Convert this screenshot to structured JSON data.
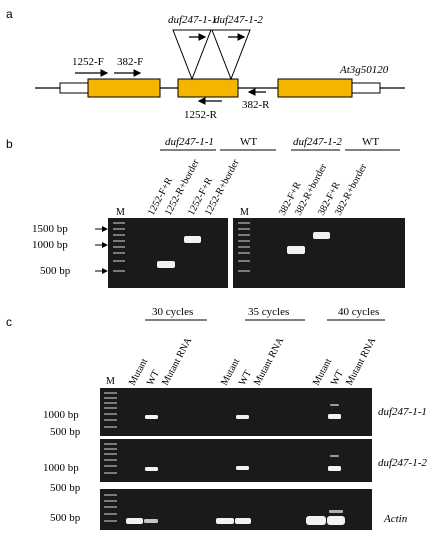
{
  "colors": {
    "exon": "#F5B400",
    "gel_bg": "#1a1a1a",
    "band": "#f2f2f2",
    "ladder": "#7a7a7a",
    "line": "#000000"
  },
  "panel_a": {
    "label": "a",
    "insertion_1": "duf247-1-1",
    "insertion_2": "duf247-1-2",
    "primer_1252F": "1252-F",
    "primer_382F": "382-F",
    "primer_1252R": "1252-R",
    "primer_382R": "382-R",
    "gene_name": "At3g50120"
  },
  "panel_b": {
    "label": "b",
    "group1": "duf247-1-1",
    "group2": "WT",
    "group3": "duf247-1-2",
    "group4": "WT",
    "lanes_left": [
      "M",
      "1252-F+R",
      "1252-R+border",
      "1252-F+R",
      "1252-R+border"
    ],
    "lanes_right": [
      "M",
      "382-F+R",
      "382-R+border",
      "382-F+R",
      "382-R+border"
    ],
    "size_1500": "1500 bp",
    "size_1000": "1000 bp",
    "size_500": "500 bp"
  },
  "panel_c": {
    "label": "c",
    "cycles_30": "30 cycles",
    "cycles_35": "35 cycles",
    "cycles_40": "40 cycles",
    "marker": "M",
    "lanes": [
      "Mutant",
      "WT",
      "Mutant RNA",
      "Mutant",
      "WT",
      "Mutant RNA",
      "Mutant",
      "WT",
      "Mutant RNA"
    ],
    "row1_label": "duf247-1-1",
    "row2_label": "duf247-1-2",
    "row3_label": "Actin",
    "row1_s1000": "1000 bp",
    "row1_s500": "500 bp",
    "row2_s1000": "1000 bp",
    "row2_s500": "500 bp",
    "row3_s500": "500 bp"
  }
}
